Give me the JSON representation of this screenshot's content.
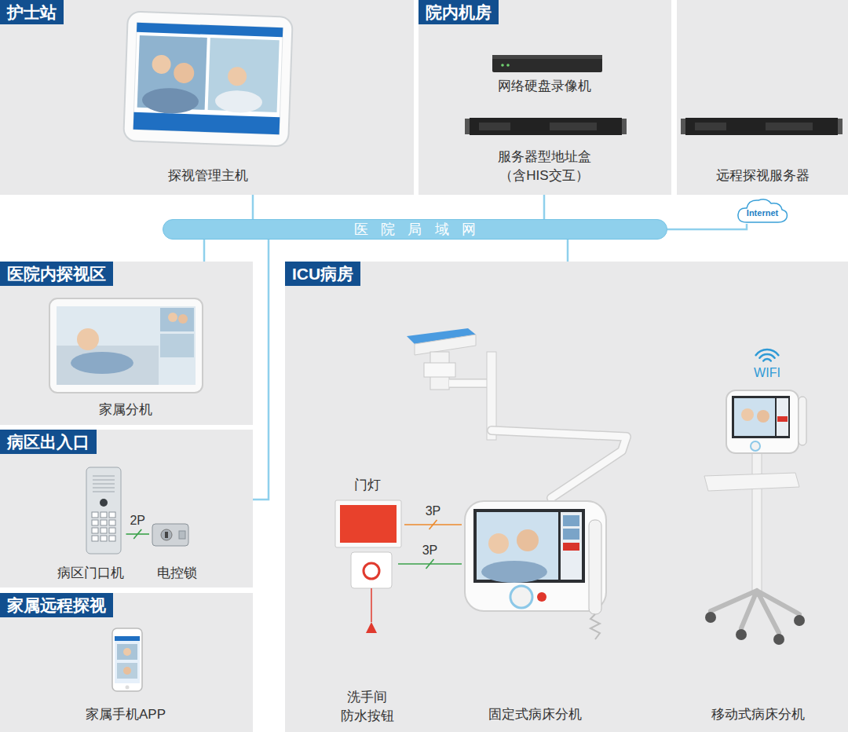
{
  "diagram": {
    "nodes": [
      {
        "text": [
          "护士站"
        ]
      },
      {
        "text": [
          "探视管理主机"
        ],
        "in": 0
      },
      {
        "text": [
          "院内机房"
        ]
      },
      {
        "text": [
          "网络硬盘录像机"
        ],
        "in": 2
      },
      {
        "text": [
          "服务器型地址盒 （含HIS交互）"
        ],
        "in": 2
      },
      {
        "text": [
          "远程探视服务器"
        ]
      },
      {
        "text": [
          "Internet"
        ]
      },
      {
        "text": [
          "医院局域网"
        ]
      },
      {
        "text": [
          "医院内探视区"
        ]
      },
      {
        "text": [
          "家属分机"
        ],
        "in": 8
      },
      {
        "text": [
          "病区出入口"
        ]
      },
      {
        "text": [
          "病区门口机"
        ],
        "in": 10
      },
      {
        "text": [
          "电控锁"
        ],
        "in": 10
      },
      {
        "text": [
          "家属远程探视"
        ]
      },
      {
        "text": [
          "家属手机APP"
        ],
        "in": 13
      },
      {
        "text": [
          "ICU病房"
        ]
      },
      {
        "text": [
          "门灯"
        ],
        "in": 15
      },
      {
        "text": [
          "洗手间 防水按钮"
        ],
        "in": 15
      },
      {
        "text": [
          "固定式病床分机"
        ],
        "in": 15
      },
      {
        "text": [
          "移动式病床分机"
        ],
        "in": 15
      }
    ],
    "edges": [
      {
        "from": 0,
        "to": 7,
        "arrow": "none"
      },
      {
        "from": 2,
        "to": 7,
        "arrow": "none"
      },
      {
        "from": 6,
        "to": 7,
        "arrow": "none"
      },
      {
        "from": 8,
        "to": 7,
        "arrow": "none"
      },
      {
        "from": 10,
        "to": 7,
        "arrow": "none"
      },
      {
        "from": 15,
        "to": 7,
        "arrow": "none"
      },
      {
        "from": 11,
        "to": 12,
        "label": "2P",
        "arrow": "none"
      },
      {
        "from": 16,
        "to": 18,
        "label": "3P",
        "arrow": "none"
      },
      {
        "from": 17,
        "to": 18,
        "label": "3P",
        "arrow": "none"
      }
    ],
    "labels": [
      "WIFI"
    ]
  }
}
